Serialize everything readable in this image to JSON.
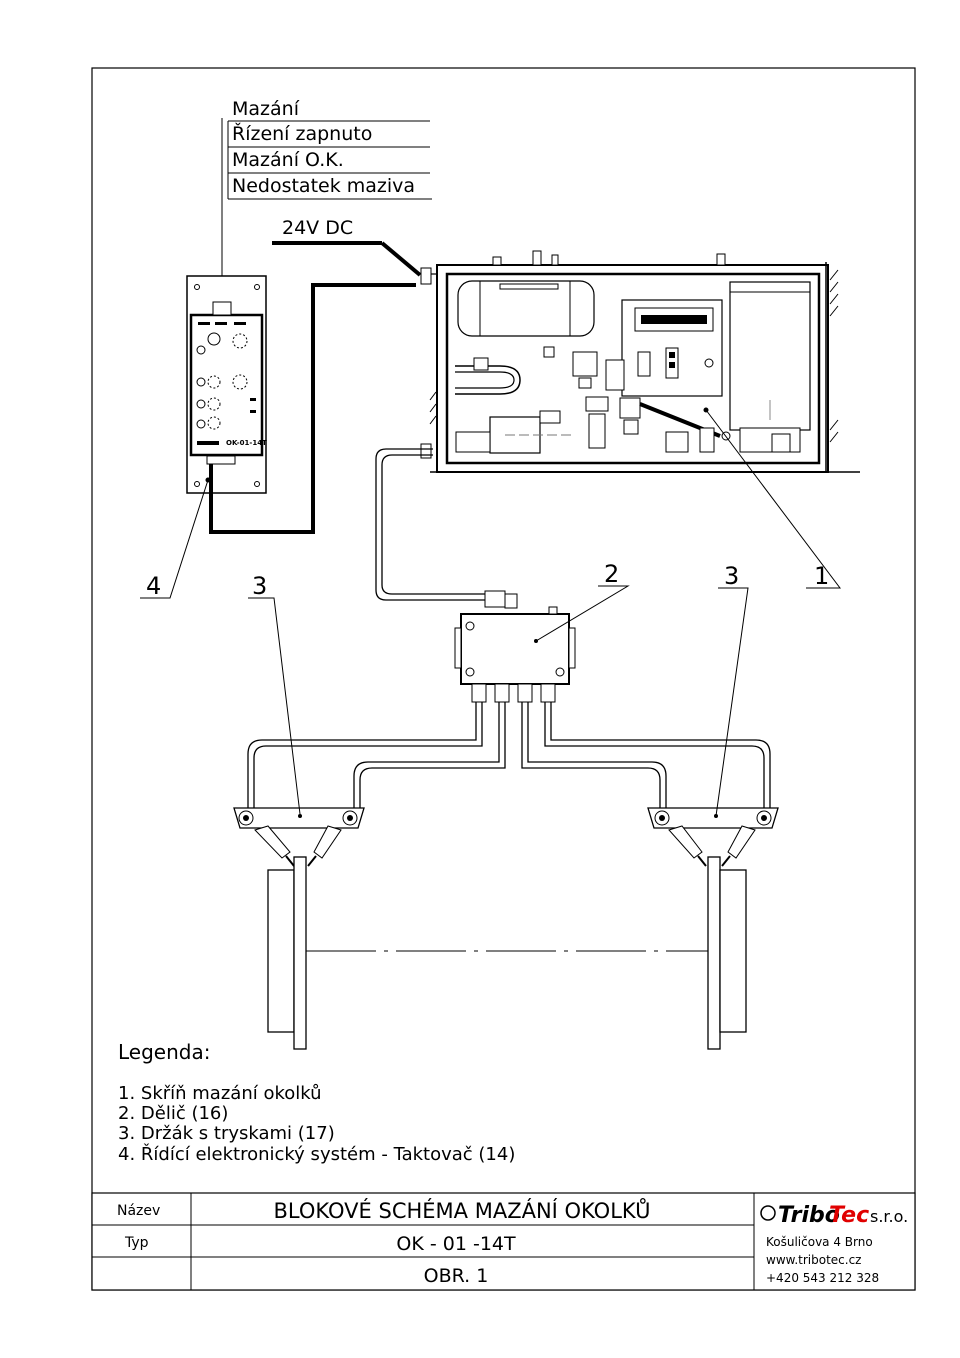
{
  "signals": [
    "Mazání",
    "Řízení zapnuto",
    "Mazání O.K.",
    "Nedostatek maziva"
  ],
  "power": "24V DC",
  "callouts": [
    "4",
    "3",
    "2",
    "3",
    "1"
  ],
  "legend": {
    "title": "Legenda:",
    "items": [
      "1. Skříň mazání okolků",
      "2. Dělič (16)",
      "3. Držák s tryskami (17)",
      "4. Řídící elektronický systém - Taktovač (14)"
    ]
  },
  "title_block": {
    "name_label": "Název",
    "type_label": "Typ",
    "title": "BLOKOVÉ SCHÉMA MAZÁNÍ OKOLKŮ",
    "type": "OK - 01 -14T",
    "figure": "OBR. 1",
    "company": {
      "logo_a": "Tribo",
      "logo_b": "Tec",
      "suffix": "s.r.o.",
      "address": "Košuličova 4 Brno",
      "web": "www.tribotec.cz",
      "phone": "+420 543 212 328"
    }
  },
  "panel_labels": {
    "controller_code": "OK-01-14T"
  }
}
